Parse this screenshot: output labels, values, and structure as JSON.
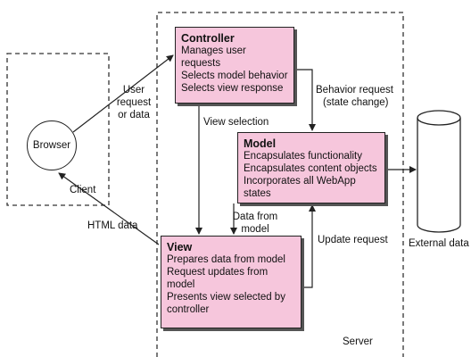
{
  "client": {
    "label": "Client",
    "browser": "Browser"
  },
  "server": {
    "label": "Server"
  },
  "controller": {
    "title": "Controller",
    "lines": [
      "Manages user requests",
      "Selects model behavior",
      "Selects view response"
    ]
  },
  "model": {
    "title": "Model",
    "lines": [
      "Encapsulates functionality",
      "Encapsulates content objects",
      "Incorporates all WebApp states"
    ]
  },
  "view": {
    "title": "View",
    "lines": [
      "Prepares data from model",
      "Request updates from model",
      "Presents view selected by",
      "controller"
    ]
  },
  "external": {
    "label": "External data"
  },
  "edges": {
    "user_request": [
      "User",
      "request",
      "or data"
    ],
    "behavior_request": [
      "Behavior request",
      "(state change)"
    ],
    "view_selection": "View selection",
    "data_from_model": [
      "Data from",
      "model"
    ],
    "update_request": "Update request",
    "html_data": "HTML data"
  }
}
